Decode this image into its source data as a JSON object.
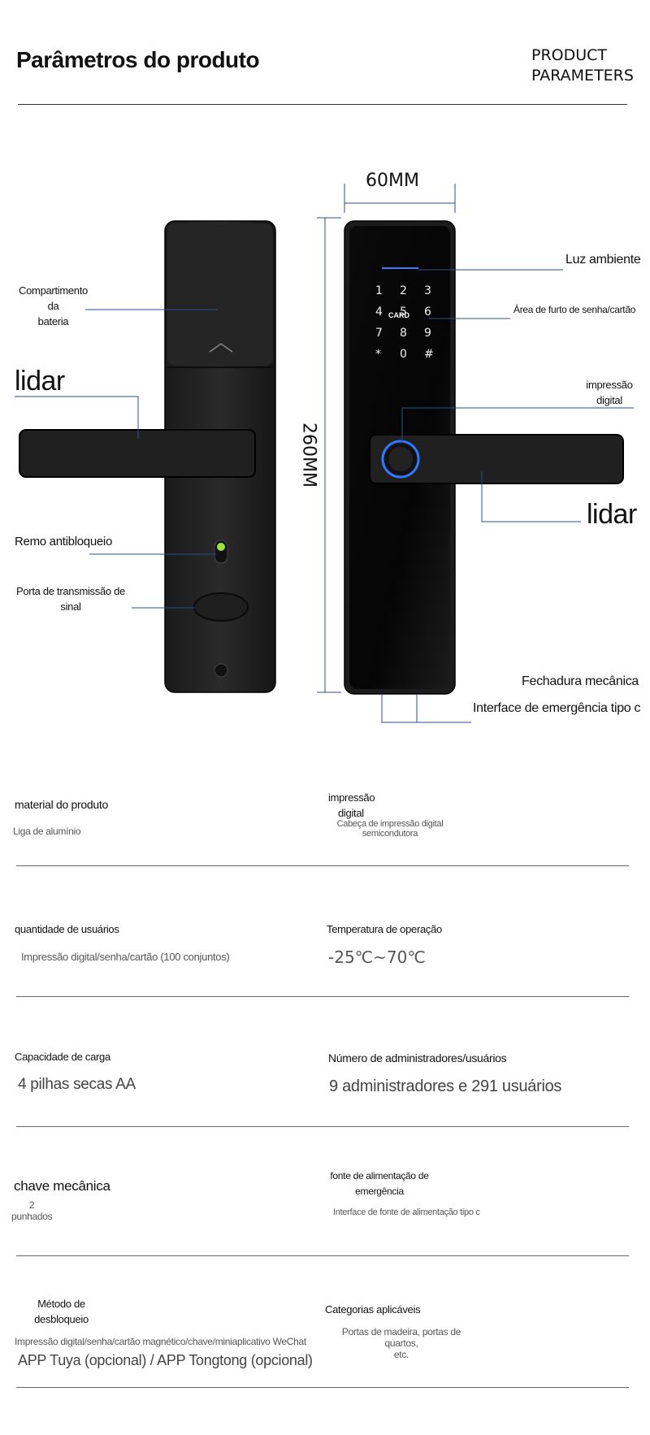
{
  "header": {
    "title": "Parâmetros do produto",
    "subtitle_line1": "PRODUCT",
    "subtitle_line2": "PARAMETERS"
  },
  "diagram": {
    "width_label": "60MM",
    "height_label": "260MM",
    "card_label": "CARD",
    "keys": [
      "1",
      "2",
      "3",
      "4",
      "5",
      "6",
      "7",
      "8",
      "9",
      "*",
      "0",
      "#"
    ],
    "left_labels": {
      "battery_line1": "Compartimento da",
      "battery_line2": "bateria",
      "handle": "lidar",
      "anti_lock": "Remo antibloqueio",
      "signal_line1": "Porta de transmissão de",
      "signal_line2": "sinal"
    },
    "right_labels": {
      "ambient": "Luz ambiente",
      "keypad": "Área de furto de senha/cartão",
      "fingerprint_line1": "impressão",
      "fingerprint_line2": "digital",
      "handle": "lidar",
      "mechanical": "Fechadura mecânica",
      "typec": "Interface de emergência tipo c"
    }
  },
  "specs": {
    "material": {
      "heading": "material do produto",
      "value": "Liga de alumínio"
    },
    "fingerprint": {
      "heading_line1": "impressão",
      "heading_line2": "digital",
      "value_line1": "Cabeça de impressão digital",
      "value_line2": "semicondutora"
    },
    "users": {
      "heading": "quantidade de usuários",
      "value": "Impressão digital/senha/cartão (100 conjuntos)"
    },
    "temperature": {
      "heading": "Temperatura de operação",
      "value": "-25℃~70℃"
    },
    "battery": {
      "heading": "Capacidade de carga",
      "value": "4 pilhas secas AA"
    },
    "admins": {
      "heading": "Número de administradores/usuários",
      "value": "9 administradores e 291 usuários"
    },
    "key": {
      "heading": "chave mecânica",
      "value_line1": "2",
      "value_line2": "punhados"
    },
    "power": {
      "heading_line1": "fonte de alimentação de",
      "heading_line2": "emergência",
      "value": "Interface de fonte de alimentação tipo c"
    },
    "unlock": {
      "heading_line1": "Método de",
      "heading_line2": "desbloqueio",
      "value_line1": "Impressão digital/senha/cartão magnético/chave/miniaplicativo WeChat",
      "value_line2": "APP Tuya (opcional) / APP Tongtong (opcional)"
    },
    "categories": {
      "heading": "Categorias aplicáveis",
      "value_line1": "Portas de madeira, portas de quartos,",
      "value_line2": "etc."
    }
  }
}
